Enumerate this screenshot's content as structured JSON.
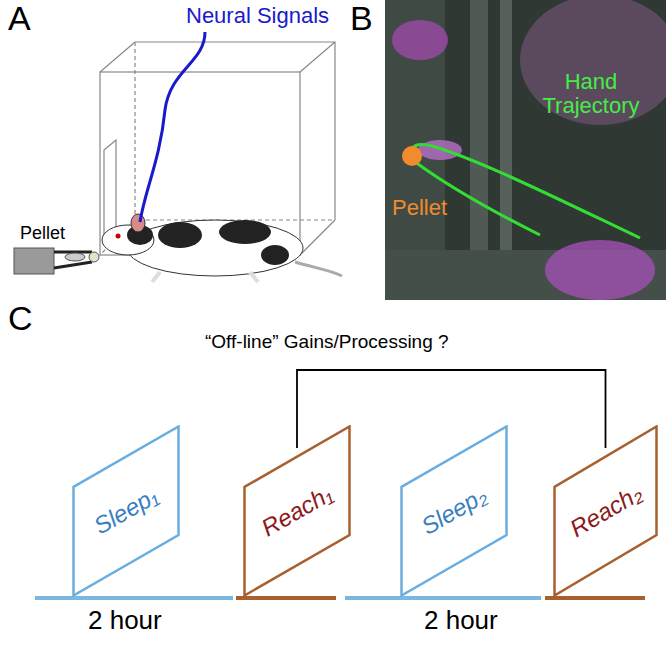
{
  "diagram": {
    "nodes": [
      {
        "text": [
          "Sleep₁"
        ]
      },
      {
        "text": [
          "Reach₁"
        ]
      },
      {
        "text": [
          "Sleep₂"
        ]
      },
      {
        "text": [
          "Reach₂"
        ]
      }
    ],
    "edges": [
      {
        "from": 1,
        "to": 3,
        "arrow": "none",
        "label": "“Off-line” Gains/Processing ?"
      }
    ],
    "labels": [
      "A",
      "Neural Signals",
      "Pellet",
      "B",
      "Hand Trajectory",
      "Pellet",
      "C",
      "2 hour",
      "2 hour"
    ]
  }
}
